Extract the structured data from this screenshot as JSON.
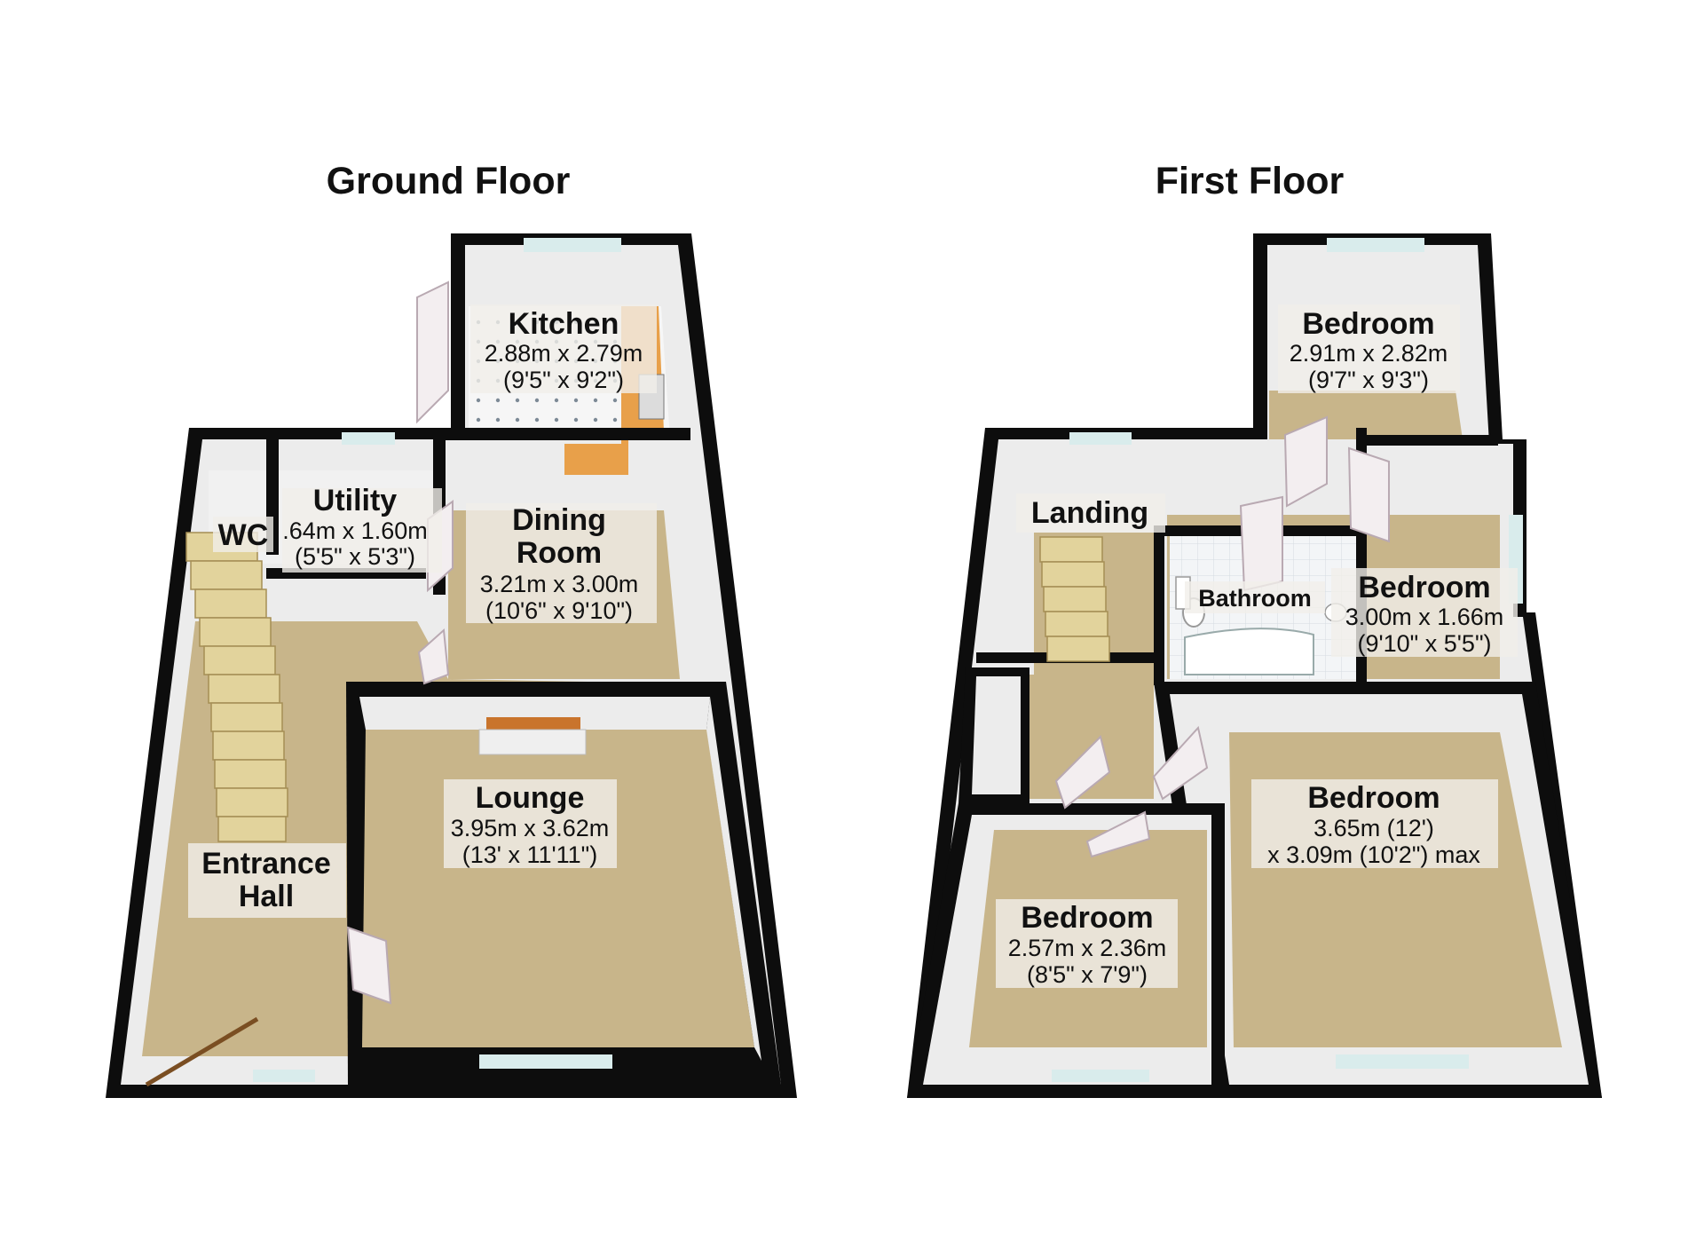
{
  "floors": [
    {
      "title": "Ground Floor",
      "rooms": [
        {
          "name": "Kitchen",
          "dims": [
            "2.88m x 2.79m",
            "(9'5\" x 9'2\")"
          ]
        },
        {
          "name": "Utility",
          "dims": [
            ".64m x 1.60m",
            "(5'5\" x 5'3\")"
          ]
        },
        {
          "name": "WC",
          "dims": []
        },
        {
          "name": "Dining",
          "name2": "Room",
          "dims": [
            "3.21m x 3.00m",
            "(10'6\" x 9'10\")"
          ]
        },
        {
          "name": "Lounge",
          "dims": [
            "3.95m x 3.62m",
            "(13' x 11'11\")"
          ]
        },
        {
          "name": "Entrance",
          "name2": "Hall",
          "dims": []
        }
      ]
    },
    {
      "title": "First Floor",
      "rooms": [
        {
          "name": "Bedroom",
          "dims": [
            "2.91m x 2.82m",
            "(9'7\" x 9'3\")"
          ]
        },
        {
          "name": "Landing",
          "dims": []
        },
        {
          "name": "Bathroom",
          "dims": []
        },
        {
          "name": "Bedroom",
          "dims": [
            "3.00m x 1.66m",
            "(9'10\" x 5'5\")"
          ]
        },
        {
          "name": "Bedroom",
          "dims": [
            "3.65m (12')",
            "x 3.09m (10'2\") max"
          ]
        },
        {
          "name": "Bedroom",
          "dims": [
            "2.57m x 2.36m",
            "(8'5\" x 7'9\")"
          ]
        }
      ]
    }
  ],
  "colors": {
    "wall": "#0d0d0d",
    "carpet": "#c8b58a",
    "wall_face": "#ececec",
    "kitchen_floor": "#f4f4f4",
    "worktop": "#e8a04a"
  }
}
